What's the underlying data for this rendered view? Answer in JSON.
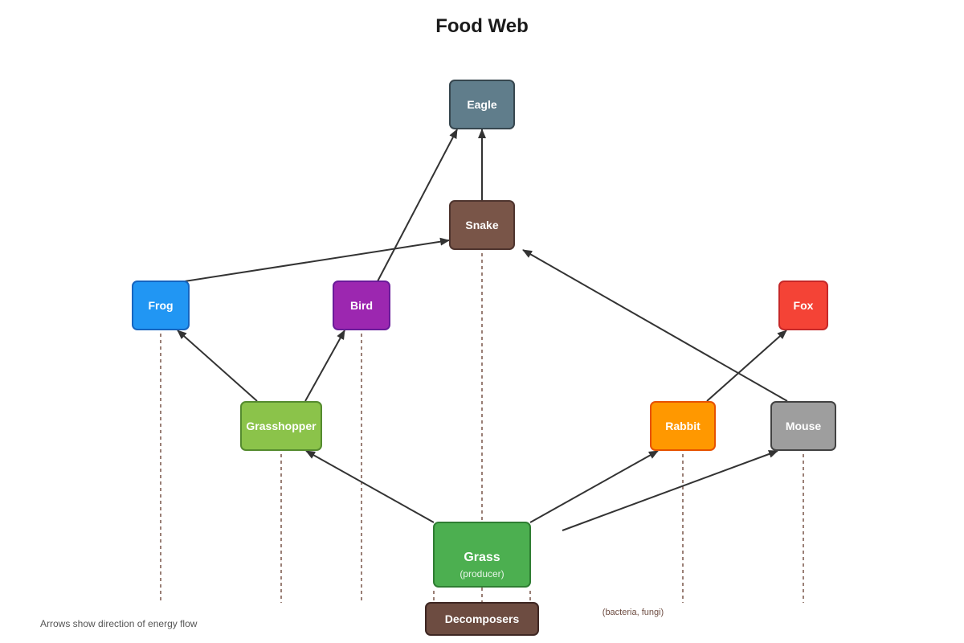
{
  "title": "Food Web",
  "footnote": "Arrows show direction of energy flow",
  "nodes": {
    "eagle": {
      "label": "Eagle",
      "color": "#607d8b",
      "border": "#37474f"
    },
    "snake": {
      "label": "Snake",
      "color": "#795548",
      "border": "#4e342e"
    },
    "frog": {
      "label": "Frog",
      "color": "#2196f3",
      "border": "#1565c0"
    },
    "bird": {
      "label": "Bird",
      "color": "#9c27b0",
      "border": "#6a1b9a"
    },
    "fox": {
      "label": "Fox",
      "color": "#f44336",
      "border": "#c62828"
    },
    "grasshopper": {
      "label": "Grasshopper",
      "color": "#8bc34a",
      "border": "#558b2f"
    },
    "rabbit": {
      "label": "Rabbit",
      "color": "#ff9800",
      "border": "#e65100"
    },
    "mouse": {
      "label": "Mouse",
      "color": "#9e9e9e",
      "border": "#424242"
    },
    "grass": {
      "label": "Grass",
      "sublabel": "(producer)",
      "color": "#4caf50",
      "border": "#2e7d32"
    },
    "decomposers": {
      "label": "Decomposers",
      "sublabel": "(bacteria, fungi)",
      "color": "#6d4c41",
      "border": "#3e2723"
    }
  },
  "edges": [
    {
      "from": "grass",
      "to": "grasshopper"
    },
    {
      "from": "grass",
      "to": "rabbit"
    },
    {
      "from": "grass",
      "to": "mouse"
    },
    {
      "from": "grasshopper",
      "to": "frog"
    },
    {
      "from": "grasshopper",
      "to": "bird"
    },
    {
      "from": "rabbit",
      "to": "fox"
    },
    {
      "from": "mouse",
      "to": "snake"
    },
    {
      "from": "frog",
      "to": "snake"
    },
    {
      "from": "bird",
      "to": "eagle"
    },
    {
      "from": "snake",
      "to": "eagle"
    }
  ],
  "decay_from": [
    "frog",
    "bird",
    "grasshopper",
    "snake",
    "grass",
    "rabbit",
    "mouse"
  ]
}
